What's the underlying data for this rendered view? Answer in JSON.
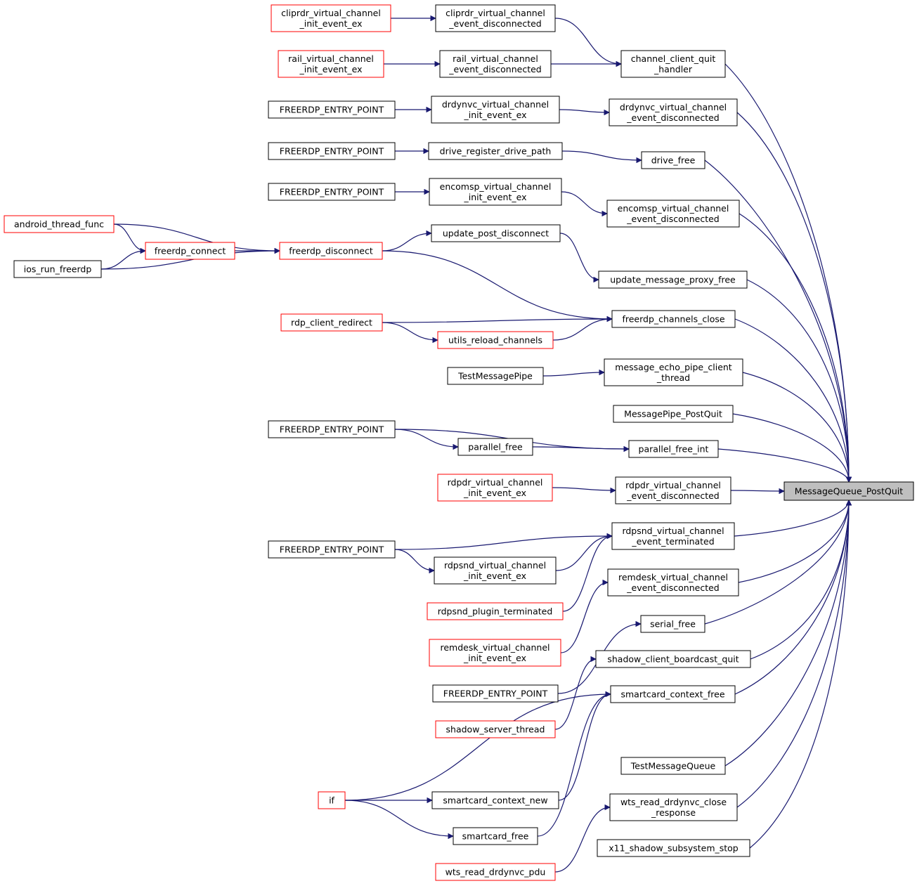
{
  "graph": {
    "root": "MessageQueue_PostQuit",
    "nodes": {
      "n_cliprdr_init": {
        "lines": [
          "cliprdr_virtual_channel",
          "_init_event_ex"
        ],
        "border": "red"
      },
      "n_cliprdr_disc": {
        "lines": [
          "cliprdr_virtual_channel",
          "_event_disconnected"
        ],
        "border": "black"
      },
      "n_rail_init": {
        "lines": [
          "rail_virtual_channel",
          "_init_event_ex"
        ],
        "border": "red"
      },
      "n_rail_disc": {
        "lines": [
          "rail_virtual_channel",
          "_event_disconnected"
        ],
        "border": "black"
      },
      "n_chan_quit": {
        "lines": [
          "channel_client_quit",
          "_handler"
        ],
        "border": "black"
      },
      "n_fep1": {
        "lines": [
          "FREERDP_ENTRY_POINT"
        ],
        "border": "black"
      },
      "n_drdynvc_init": {
        "lines": [
          "drdynvc_virtual_channel",
          "_init_event_ex"
        ],
        "border": "black"
      },
      "n_drdynvc_disc": {
        "lines": [
          "drdynvc_virtual_channel",
          "_event_disconnected"
        ],
        "border": "black"
      },
      "n_fep2": {
        "lines": [
          "FREERDP_ENTRY_POINT"
        ],
        "border": "black"
      },
      "n_drive_reg": {
        "lines": [
          "drive_register_drive_path"
        ],
        "border": "black"
      },
      "n_drive_free": {
        "lines": [
          "drive_free"
        ],
        "border": "black"
      },
      "n_fep3": {
        "lines": [
          "FREERDP_ENTRY_POINT"
        ],
        "border": "black"
      },
      "n_encomsp_init": {
        "lines": [
          "encomsp_virtual_channel",
          "_init_event_ex"
        ],
        "border": "black"
      },
      "n_encomsp_disc": {
        "lines": [
          "encomsp_virtual_channel",
          "_event_disconnected"
        ],
        "border": "black"
      },
      "n_android": {
        "lines": [
          "android_thread_func"
        ],
        "border": "red"
      },
      "n_connect": {
        "lines": [
          "freerdp_connect"
        ],
        "border": "red"
      },
      "n_ios": {
        "lines": [
          "ios_run_freerdp"
        ],
        "border": "black"
      },
      "n_disconnect": {
        "lines": [
          "freerdp_disconnect"
        ],
        "border": "red"
      },
      "n_upd_post": {
        "lines": [
          "update_post_disconnect"
        ],
        "border": "black"
      },
      "n_upd_proxy": {
        "lines": [
          "update_message_proxy_free"
        ],
        "border": "black"
      },
      "n_redirect": {
        "lines": [
          "rdp_client_redirect"
        ],
        "border": "red"
      },
      "n_reload": {
        "lines": [
          "utils_reload_channels"
        ],
        "border": "red"
      },
      "n_chan_close": {
        "lines": [
          "freerdp_channels_close"
        ],
        "border": "black"
      },
      "n_testpipe": {
        "lines": [
          "TestMessagePipe"
        ],
        "border": "black"
      },
      "n_echo": {
        "lines": [
          "message_echo_pipe_client",
          "_thread"
        ],
        "border": "black"
      },
      "n_mp_postquit": {
        "lines": [
          "MessagePipe_PostQuit"
        ],
        "border": "black"
      },
      "n_fep4": {
        "lines": [
          "FREERDP_ENTRY_POINT"
        ],
        "border": "black"
      },
      "n_par_free": {
        "lines": [
          "parallel_free"
        ],
        "border": "black"
      },
      "n_par_free_int": {
        "lines": [
          "parallel_free_int"
        ],
        "border": "black"
      },
      "n_rdpdr_init": {
        "lines": [
          "rdpdr_virtual_channel",
          "_init_event_ex"
        ],
        "border": "red"
      },
      "n_rdpdr_disc": {
        "lines": [
          "rdpdr_virtual_channel",
          "_event_disconnected"
        ],
        "border": "black"
      },
      "n_root": {
        "lines": [
          "MessageQueue_PostQuit"
        ],
        "border": "black",
        "fill": "#bfbfbf"
      },
      "n_fep5": {
        "lines": [
          "FREERDP_ENTRY_POINT"
        ],
        "border": "black"
      },
      "n_rdpsnd_term": {
        "lines": [
          "rdpsnd_virtual_channel",
          "_event_terminated"
        ],
        "border": "black"
      },
      "n_rdpsnd_init": {
        "lines": [
          "rdpsnd_virtual_channel",
          "_init_event_ex"
        ],
        "border": "black"
      },
      "n_rdpsnd_plug": {
        "lines": [
          "rdpsnd_plugin_terminated"
        ],
        "border": "red"
      },
      "n_remdesk_disc": {
        "lines": [
          "remdesk_virtual_channel",
          "_event_disconnected"
        ],
        "border": "black"
      },
      "n_remdesk_init": {
        "lines": [
          "remdesk_virtual_channel",
          "_init_event_ex"
        ],
        "border": "red"
      },
      "n_serial_free": {
        "lines": [
          "serial_free"
        ],
        "border": "black"
      },
      "n_fep6": {
        "lines": [
          "FREERDP_ENTRY_POINT"
        ],
        "border": "black"
      },
      "n_shadow_quit": {
        "lines": [
          "shadow_client_boardcast_quit"
        ],
        "border": "black"
      },
      "n_shadow_thread": {
        "lines": [
          "shadow_server_thread"
        ],
        "border": "red"
      },
      "n_sc_ctx_free": {
        "lines": [
          "smartcard_context_free"
        ],
        "border": "black"
      },
      "n_testmq": {
        "lines": [
          "TestMessageQueue"
        ],
        "border": "black"
      },
      "n_if": {
        "lines": [
          "if"
        ],
        "border": "red"
      },
      "n_sc_ctx_new": {
        "lines": [
          "smartcard_context_new"
        ],
        "border": "black"
      },
      "n_sc_free": {
        "lines": [
          "smartcard_free"
        ],
        "border": "black"
      },
      "n_wts_close": {
        "lines": [
          "wts_read_drdynvc_close",
          "_response"
        ],
        "border": "black"
      },
      "n_wts_pdu": {
        "lines": [
          "wts_read_drdynvc_pdu"
        ],
        "border": "red"
      },
      "n_x11": {
        "lines": [
          "x11_shadow_subsystem_stop"
        ],
        "border": "black"
      }
    },
    "edges": [
      [
        "n_cliprdr_init",
        "n_cliprdr_disc"
      ],
      [
        "n_cliprdr_disc",
        "n_chan_quit"
      ],
      [
        "n_rail_init",
        "n_rail_disc"
      ],
      [
        "n_rail_disc",
        "n_chan_quit"
      ],
      [
        "n_chan_quit",
        "n_root"
      ],
      [
        "n_fep1",
        "n_drdynvc_init"
      ],
      [
        "n_drdynvc_init",
        "n_drdynvc_disc"
      ],
      [
        "n_drdynvc_disc",
        "n_root"
      ],
      [
        "n_fep2",
        "n_drive_reg"
      ],
      [
        "n_drive_reg",
        "n_drive_free"
      ],
      [
        "n_drive_free",
        "n_root"
      ],
      [
        "n_fep3",
        "n_encomsp_init"
      ],
      [
        "n_encomsp_init",
        "n_encomsp_disc"
      ],
      [
        "n_encomsp_disc",
        "n_root"
      ],
      [
        "n_android",
        "n_connect"
      ],
      [
        "n_android",
        "n_disconnect"
      ],
      [
        "n_ios",
        "n_connect"
      ],
      [
        "n_ios",
        "n_disconnect"
      ],
      [
        "n_connect",
        "n_disconnect"
      ],
      [
        "n_disconnect",
        "n_upd_post"
      ],
      [
        "n_disconnect",
        "n_chan_close"
      ],
      [
        "n_upd_post",
        "n_upd_proxy"
      ],
      [
        "n_upd_proxy",
        "n_root"
      ],
      [
        "n_redirect",
        "n_chan_close"
      ],
      [
        "n_redirect",
        "n_reload"
      ],
      [
        "n_reload",
        "n_chan_close"
      ],
      [
        "n_chan_close",
        "n_root"
      ],
      [
        "n_testpipe",
        "n_echo"
      ],
      [
        "n_echo",
        "n_root"
      ],
      [
        "n_mp_postquit",
        "n_root"
      ],
      [
        "n_fep4",
        "n_par_free_int"
      ],
      [
        "n_fep4",
        "n_par_free"
      ],
      [
        "n_par_free",
        "n_par_free_int"
      ],
      [
        "n_par_free_int",
        "n_root"
      ],
      [
        "n_rdpdr_init",
        "n_rdpdr_disc"
      ],
      [
        "n_rdpdr_disc",
        "n_root"
      ],
      [
        "n_fep5",
        "n_rdpsnd_term"
      ],
      [
        "n_fep5",
        "n_rdpsnd_init"
      ],
      [
        "n_rdpsnd_init",
        "n_rdpsnd_term"
      ],
      [
        "n_rdpsnd_plug",
        "n_rdpsnd_term"
      ],
      [
        "n_rdpsnd_term",
        "n_root"
      ],
      [
        "n_remdesk_init",
        "n_remdesk_disc"
      ],
      [
        "n_remdesk_disc",
        "n_root"
      ],
      [
        "n_fep6",
        "n_serial_free"
      ],
      [
        "n_serial_free",
        "n_root"
      ],
      [
        "n_shadow_thread",
        "n_shadow_quit"
      ],
      [
        "n_shadow_quit",
        "n_root"
      ],
      [
        "n_if",
        "n_sc_ctx_free"
      ],
      [
        "n_if",
        "n_sc_ctx_new"
      ],
      [
        "n_if",
        "n_sc_free"
      ],
      [
        "n_sc_ctx_new",
        "n_sc_ctx_free"
      ],
      [
        "n_sc_free",
        "n_sc_ctx_free"
      ],
      [
        "n_sc_ctx_free",
        "n_root"
      ],
      [
        "n_testmq",
        "n_root"
      ],
      [
        "n_wts_pdu",
        "n_wts_close"
      ],
      [
        "n_wts_close",
        "n_root"
      ],
      [
        "n_x11",
        "n_root"
      ]
    ]
  }
}
